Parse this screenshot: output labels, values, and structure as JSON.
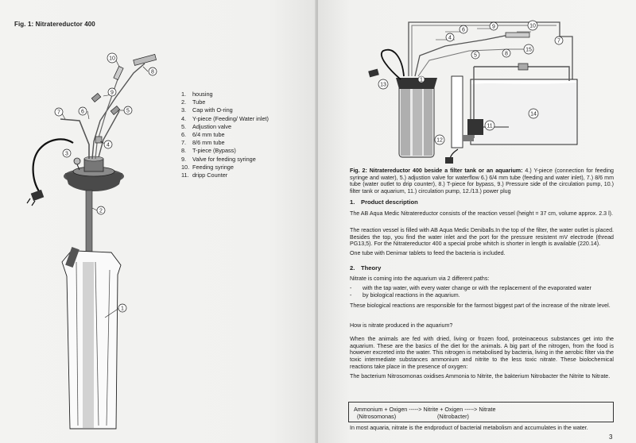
{
  "left_page": {
    "fig_title": "Fig. 1: Nitratereductor 400",
    "legend": [
      {
        "num": "1.",
        "text": "housing"
      },
      {
        "num": "2.",
        "text": "Tube"
      },
      {
        "num": "3.",
        "text": "Cap with O-ring"
      },
      {
        "num": "4.",
        "text": "Y-piece (Feeding/ Water inlet)"
      },
      {
        "num": "5.",
        "text": "Adjustion valve"
      },
      {
        "num": "6.",
        "text": "6/4 mm tube"
      },
      {
        "num": "7.",
        "text": "8/6 mm tube"
      },
      {
        "num": "8.",
        "text": "T-piece (Bypass)"
      },
      {
        "num": "9.",
        "text": "Valve for feeding syringe"
      },
      {
        "num": "10.",
        "text": "Feeding syringe"
      },
      {
        "num": "11.",
        "text": "dripp Counter"
      }
    ],
    "callouts": [
      "1",
      "2",
      "3",
      "4",
      "5",
      "6",
      "7",
      "8",
      "9",
      "10"
    ]
  },
  "right_page": {
    "callouts": [
      "1",
      "4",
      "5",
      "6",
      "7",
      "8",
      "9",
      "10",
      "11",
      "12",
      "13",
      "14",
      "15"
    ],
    "caption_title": "Fig. 2: Nitratereductor 400 beside a filter tank or an aquarium:",
    "caption_body": " 4.) Y-piece (connection for feeding syringe and water), 5.) adjustion valve for waterflow 6.) 6/4 mm tube (feeding and water inlet), 7.) 8/6 mm tube (water outlet to drip counter), 8.) T-piece for bypass, 9.) Pressure side of the circulation pump, 10.) filter tank or aquarium, 11.) circulation pump, 12./13.) power plug",
    "section1": {
      "num": "1.",
      "title": "Product description"
    },
    "p1": "The AB Aqua Medic Nitratereductor  consists of the reaction vessel (height = 37 cm, volume approx. 2.3 l).",
    "p2": "The reaction vessel is filled with AB Aqua Medic Deniballs.In the top of the filter, the water outlet is placed. Besides the top, you find the water inlet and the port for the pressure resistent mV electrode (thread PG13,5). For the Nitratereductor 400 a special probe whitch is shorter in length is available (220.14).",
    "p3": "One tube with Denimar tablets to feed the bacteria is included.",
    "section2": {
      "num": "2.",
      "title": "Theory"
    },
    "p4": "Nitrate is coming into the aquarium via 2 different paths:",
    "bullets": [
      {
        "dash": "-",
        "text": "with the tap water, with every water change or with the replacement of the evaporated water"
      },
      {
        "dash": "-",
        "text": "by biological reactions in the aquarium."
      }
    ],
    "p5": "These biological reactions are responsible for the farmost biggest part of the increase of the nitrate level.",
    "p6": "How is nitrate produced in the aquarium?",
    "p7": "When the animals are fed with dried, living or frozen food, proteinaceous substances get into the aquarium. These are the basics of the diet for the animals. A big part of the nitrogen, from the food is however excreted into the water. This nitrogen is metabolised by bacteria, living in the aerobic filter via the toxic intermediate substances ammonium and nitrite to the less toxic nitrate. These biolochemical reactions take place in the presence of oxygen:",
    "p8": "The bacterium Nitrosomonas oxidises Ammonia to Nitrite, the bakterium Nitrobacter the  Nitrite to Nitrate.",
    "formula_line1": "Ammonium + Oxigen -----> Nitrite + Oxigen -----> Nitrate",
    "formula_line2a": "(Nitrosomonas)",
    "formula_line2b": "(Nitrobacter)",
    "footer": "In most aquaria, nitrate is the endproduct of bacterial metabolism and accumulates in the water.",
    "page_number": "3"
  }
}
